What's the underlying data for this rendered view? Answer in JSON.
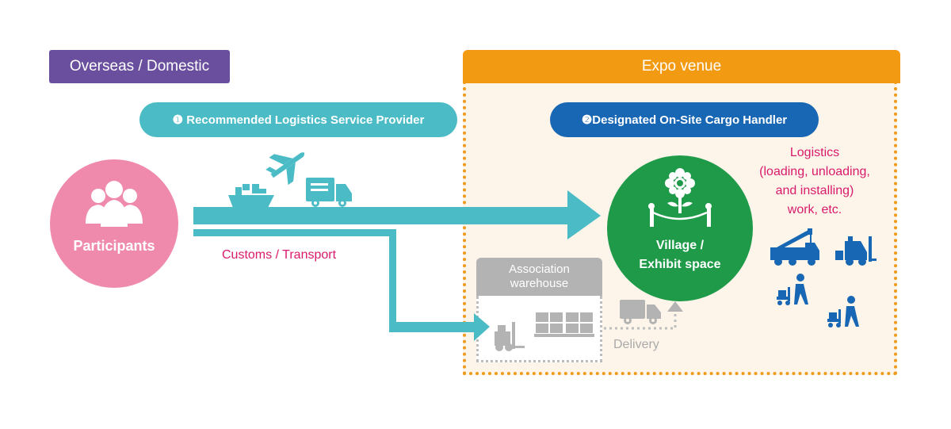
{
  "regions": {
    "overseas": "Overseas / Domestic",
    "venue": "Expo venue"
  },
  "providers": {
    "recommended": "❶ Recommended Logistics Service Provider",
    "designated": "❷Designated On-Site Cargo Handler"
  },
  "nodes": {
    "participants": "Participants",
    "village_line1": "Village /",
    "village_line2": "Exhibit space",
    "warehouse_line1": "Association",
    "warehouse_line2": "warehouse"
  },
  "labels": {
    "customs": "Customs / Transport",
    "delivery": "Delivery",
    "logistics_1": "Logistics",
    "logistics_2": "(loading, unloading,",
    "logistics_3": "and installing)",
    "logistics_4": "work, etc."
  },
  "colors": {
    "purple": "#6a4f9f",
    "orange": "#f29a12",
    "teal": "#4bbcc6",
    "blue": "#1867b4",
    "pink": "#ef8aac",
    "green": "#1e9a49",
    "magenta": "#d91a6b",
    "grey": "#b3b3b3"
  },
  "icons": [
    "airplane-icon",
    "ship-icon",
    "truck-icon",
    "people-icon",
    "flower-booth-icon",
    "forklift-icon",
    "pallet-boxes-icon",
    "delivery-truck-icon",
    "crane-truck-icon",
    "hand-truck-worker-icon"
  ]
}
